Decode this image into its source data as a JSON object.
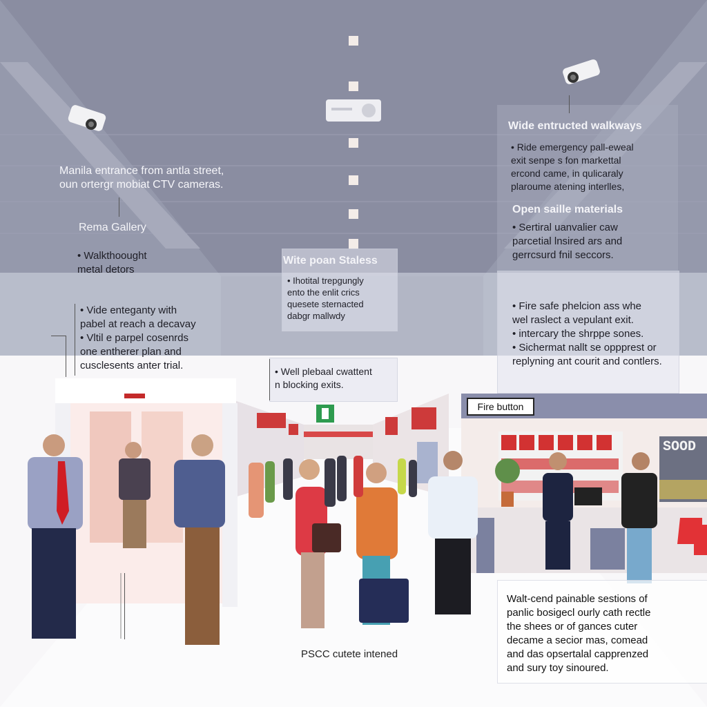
{
  "annotations": {
    "left_entrance": "Manila entrance from antla street,\noun ortergr mobiat CTV cameras.",
    "gallery_title": "Rema Gallery",
    "gallery_item": "• Walkthoought\nmetal detors",
    "left_bullets": "• Vide enteganty with\npabel at reach a decavay\n• Vltil e parpel cosenrds\none entherer plan and\ncusclesents anter trial.",
    "center_title": "Wite poan Staless",
    "center_body": "• Ihotital trepgungly\nento the enlit crics\nquesete sternacted\ndabgr mallwdy",
    "center_lower": "• Well plebaal cwattent\nn blocking exits.",
    "right_title": "Wide entructed walkways",
    "right_body": "• Ride emergency pall-eweal\nexit senpe s fon markettal\nercond came, in qulicaraly\nplaroume atening interlles,",
    "right_title2": "Open saille materials",
    "right_body2": "• Sertiral uanvalier caw\nparcetial lnsired ars and\ngerrcsurd fnil seccors.",
    "right_body3": "• Fire safe phelcion ass whe\nwel raslect a vepulant exit.\n• intercary the shrppe sones.\n• Sichermat nallt se oppprest or\nreplyning ant courit and contlers.",
    "bottom_right": "Walt-cend painable sestions of\npanlic bosigecl ourly cath rectle\nthe shees or of gances cuter\ndecame a secior mas, comead\nand das opsertalal capprenzed\nand sury toy sinoured.",
    "bottom_center": "PSCC cutete intened",
    "fire_button": "Fire button",
    "store_sign_left": "",
    "store_sign_sood": "SOOD"
  },
  "icons": [
    "cctv-camera-left-icon",
    "cctv-camera-right-icon",
    "ceiling-projector-icon",
    "exit-sign-icon"
  ],
  "colors": {
    "ceiling": "#7e8196",
    "floor": "#f7f6f8",
    "store_red": "#c62a2c",
    "panel": "#e3e5ee"
  }
}
